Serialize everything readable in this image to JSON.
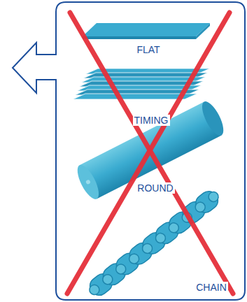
{
  "diagram": {
    "labels": [
      "FLAT",
      "TIMING",
      "ROUND",
      "CHAIN"
    ]
  }
}
